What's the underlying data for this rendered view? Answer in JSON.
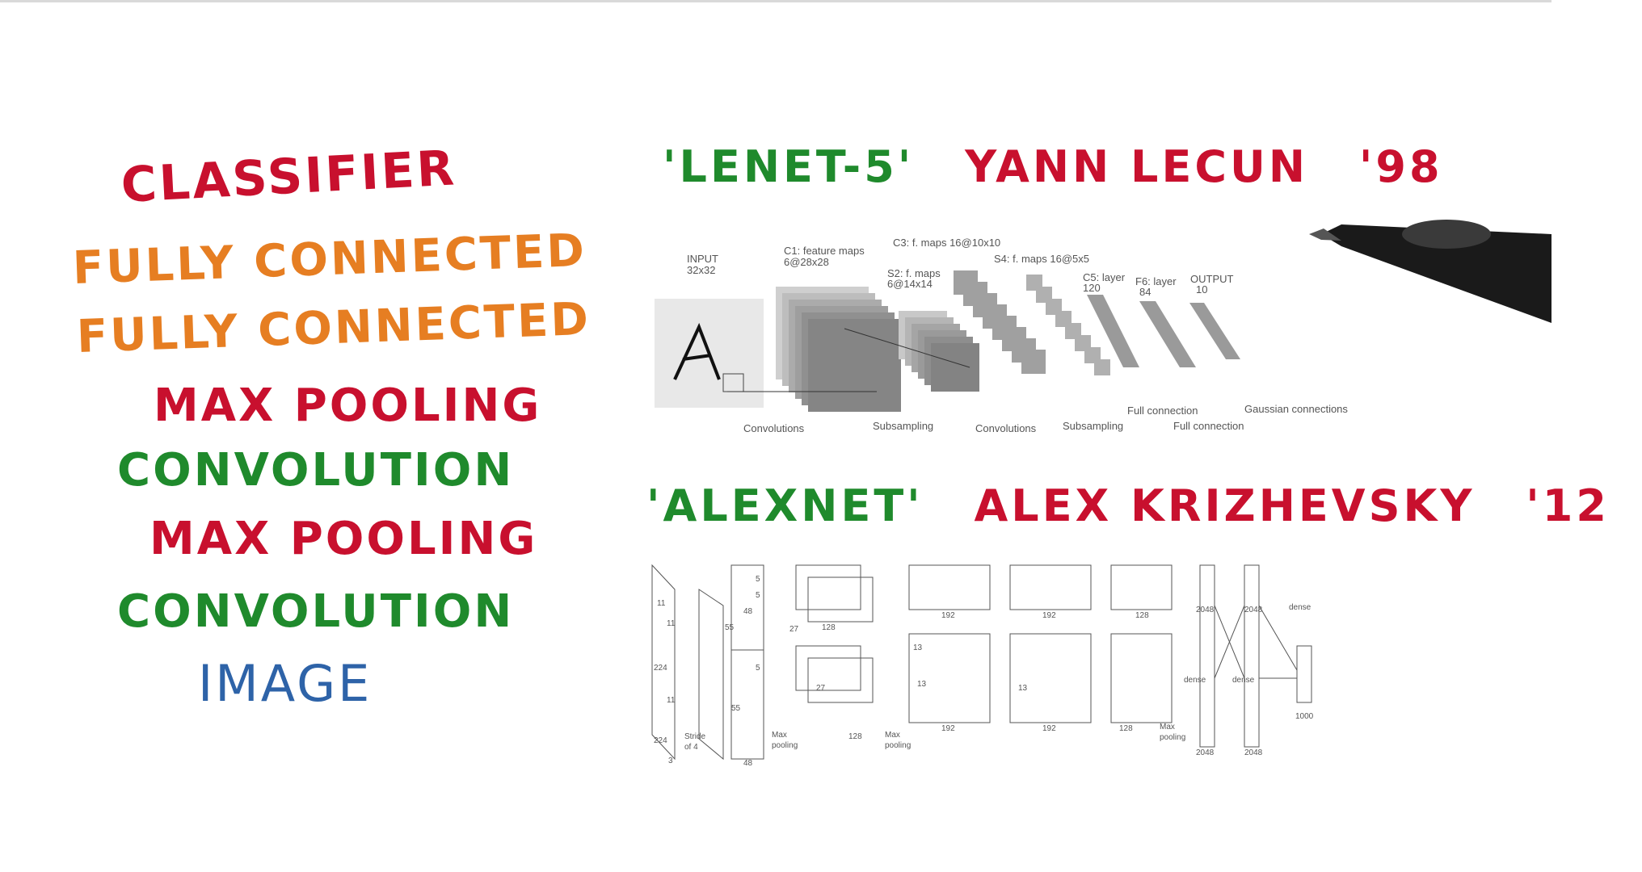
{
  "stack": {
    "classifier": "CLASSIFIER",
    "fully_connected_1": "FULLY CONNECTED",
    "fully_connected_2": "FULLY CONNECTED",
    "max_pooling_1": "MAX POOLING",
    "convolution_1": "CONVOLUTION",
    "max_pooling_2": "MAX POOLING",
    "convolution_2": "CONVOLUTION",
    "image": "IMAGE"
  },
  "lenet": {
    "name": "'LENET-5'",
    "author": "YANN LECUN",
    "year": "'98",
    "labels": {
      "input": "INPUT",
      "input_size": "32x32",
      "c1": "C1: feature maps",
      "c1_size": "6@28x28",
      "c3": "C3: f. maps 16@10x10",
      "s2": "S2: f. maps",
      "s2_size": "6@14x14",
      "s4": "S4: f. maps 16@5x5",
      "c5": "C5: layer",
      "c5_size": "120",
      "f6": "F6: layer",
      "f6_size": "84",
      "output": "OUTPUT",
      "output_size": "10",
      "convolutions_1": "Convolutions",
      "subsampling_1": "Subsampling",
      "convolutions_2": "Convolutions",
      "subsampling_2": "Subsampling",
      "full_connection_1": "Full connection",
      "full_connection_2": "Full connection",
      "gaussian": "Gaussian connections",
      "letter": "A"
    }
  },
  "alexnet": {
    "name": "'ALEXNET'",
    "author": "ALEX KRIZHEVSKY",
    "year": "'12",
    "labels": {
      "n224a": "224",
      "n224b": "224",
      "n11a": "11",
      "n11b": "11",
      "n11c": "11",
      "n3": "3",
      "stride": "Stride",
      "of4": "of 4",
      "n55a": "55",
      "n55b": "55",
      "n48a": "48",
      "n48b": "48",
      "n5a": "5",
      "n5b": "5",
      "n5c": "5",
      "n27a": "27",
      "n27b": "27",
      "n128a": "128",
      "n128b": "128",
      "maxpool1": "Max",
      "maxpool1b": "pooling",
      "n13a": "13",
      "n13b": "13",
      "n13c": "13",
      "n192a": "192",
      "n192b": "192",
      "n192c": "192",
      "n192d": "192",
      "maxpool2": "Max",
      "maxpool2b": "pooling",
      "n128c": "128",
      "n128d": "128",
      "maxpool3": "Max",
      "maxpool3b": "pooling",
      "n2048a": "2048",
      "n2048b": "2048",
      "n2048c": "2048",
      "n2048d": "2048",
      "dense1": "dense",
      "dense2": "dense",
      "dense3": "dense",
      "n1000": "1000"
    }
  }
}
